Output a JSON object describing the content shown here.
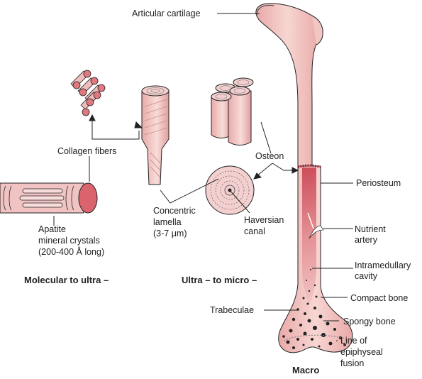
{
  "labels": {
    "articular_cartilage": "Articular cartilage",
    "collagen_fibers": "Collagen fibers",
    "osteon": "Osteon",
    "periosteum": "Periosteum",
    "nutrient_artery_1": "Nutrient",
    "nutrient_artery_2": "artery",
    "intramedullary_1": "Intramedullary",
    "intramedullary_2": "cavity",
    "compact_bone": "Compact bone",
    "spongy_bone": "Spongy bone",
    "trabeculae": "Trabeculae",
    "line_1": "Line of",
    "line_2": "epiphyseal",
    "line_3": "fusion",
    "apatite_1": "Apatite",
    "apatite_2": "mineral crystals",
    "apatite_3": "(200-400 Å long)",
    "concentric_1": "Concentric",
    "concentric_2": "lamella",
    "concentric_3": "(3-7 μm)",
    "haversian_1": "Haversian",
    "haversian_2": "canal"
  },
  "sections": {
    "molecular": "Molecular to ultra –",
    "ultra": "Ultra – to micro –",
    "macro": "Macro"
  },
  "colors": {
    "bone": "#f2c6c2",
    "bone_dark": "#d98a8a",
    "marrow": "#cc5a63",
    "outline": "#222222"
  }
}
